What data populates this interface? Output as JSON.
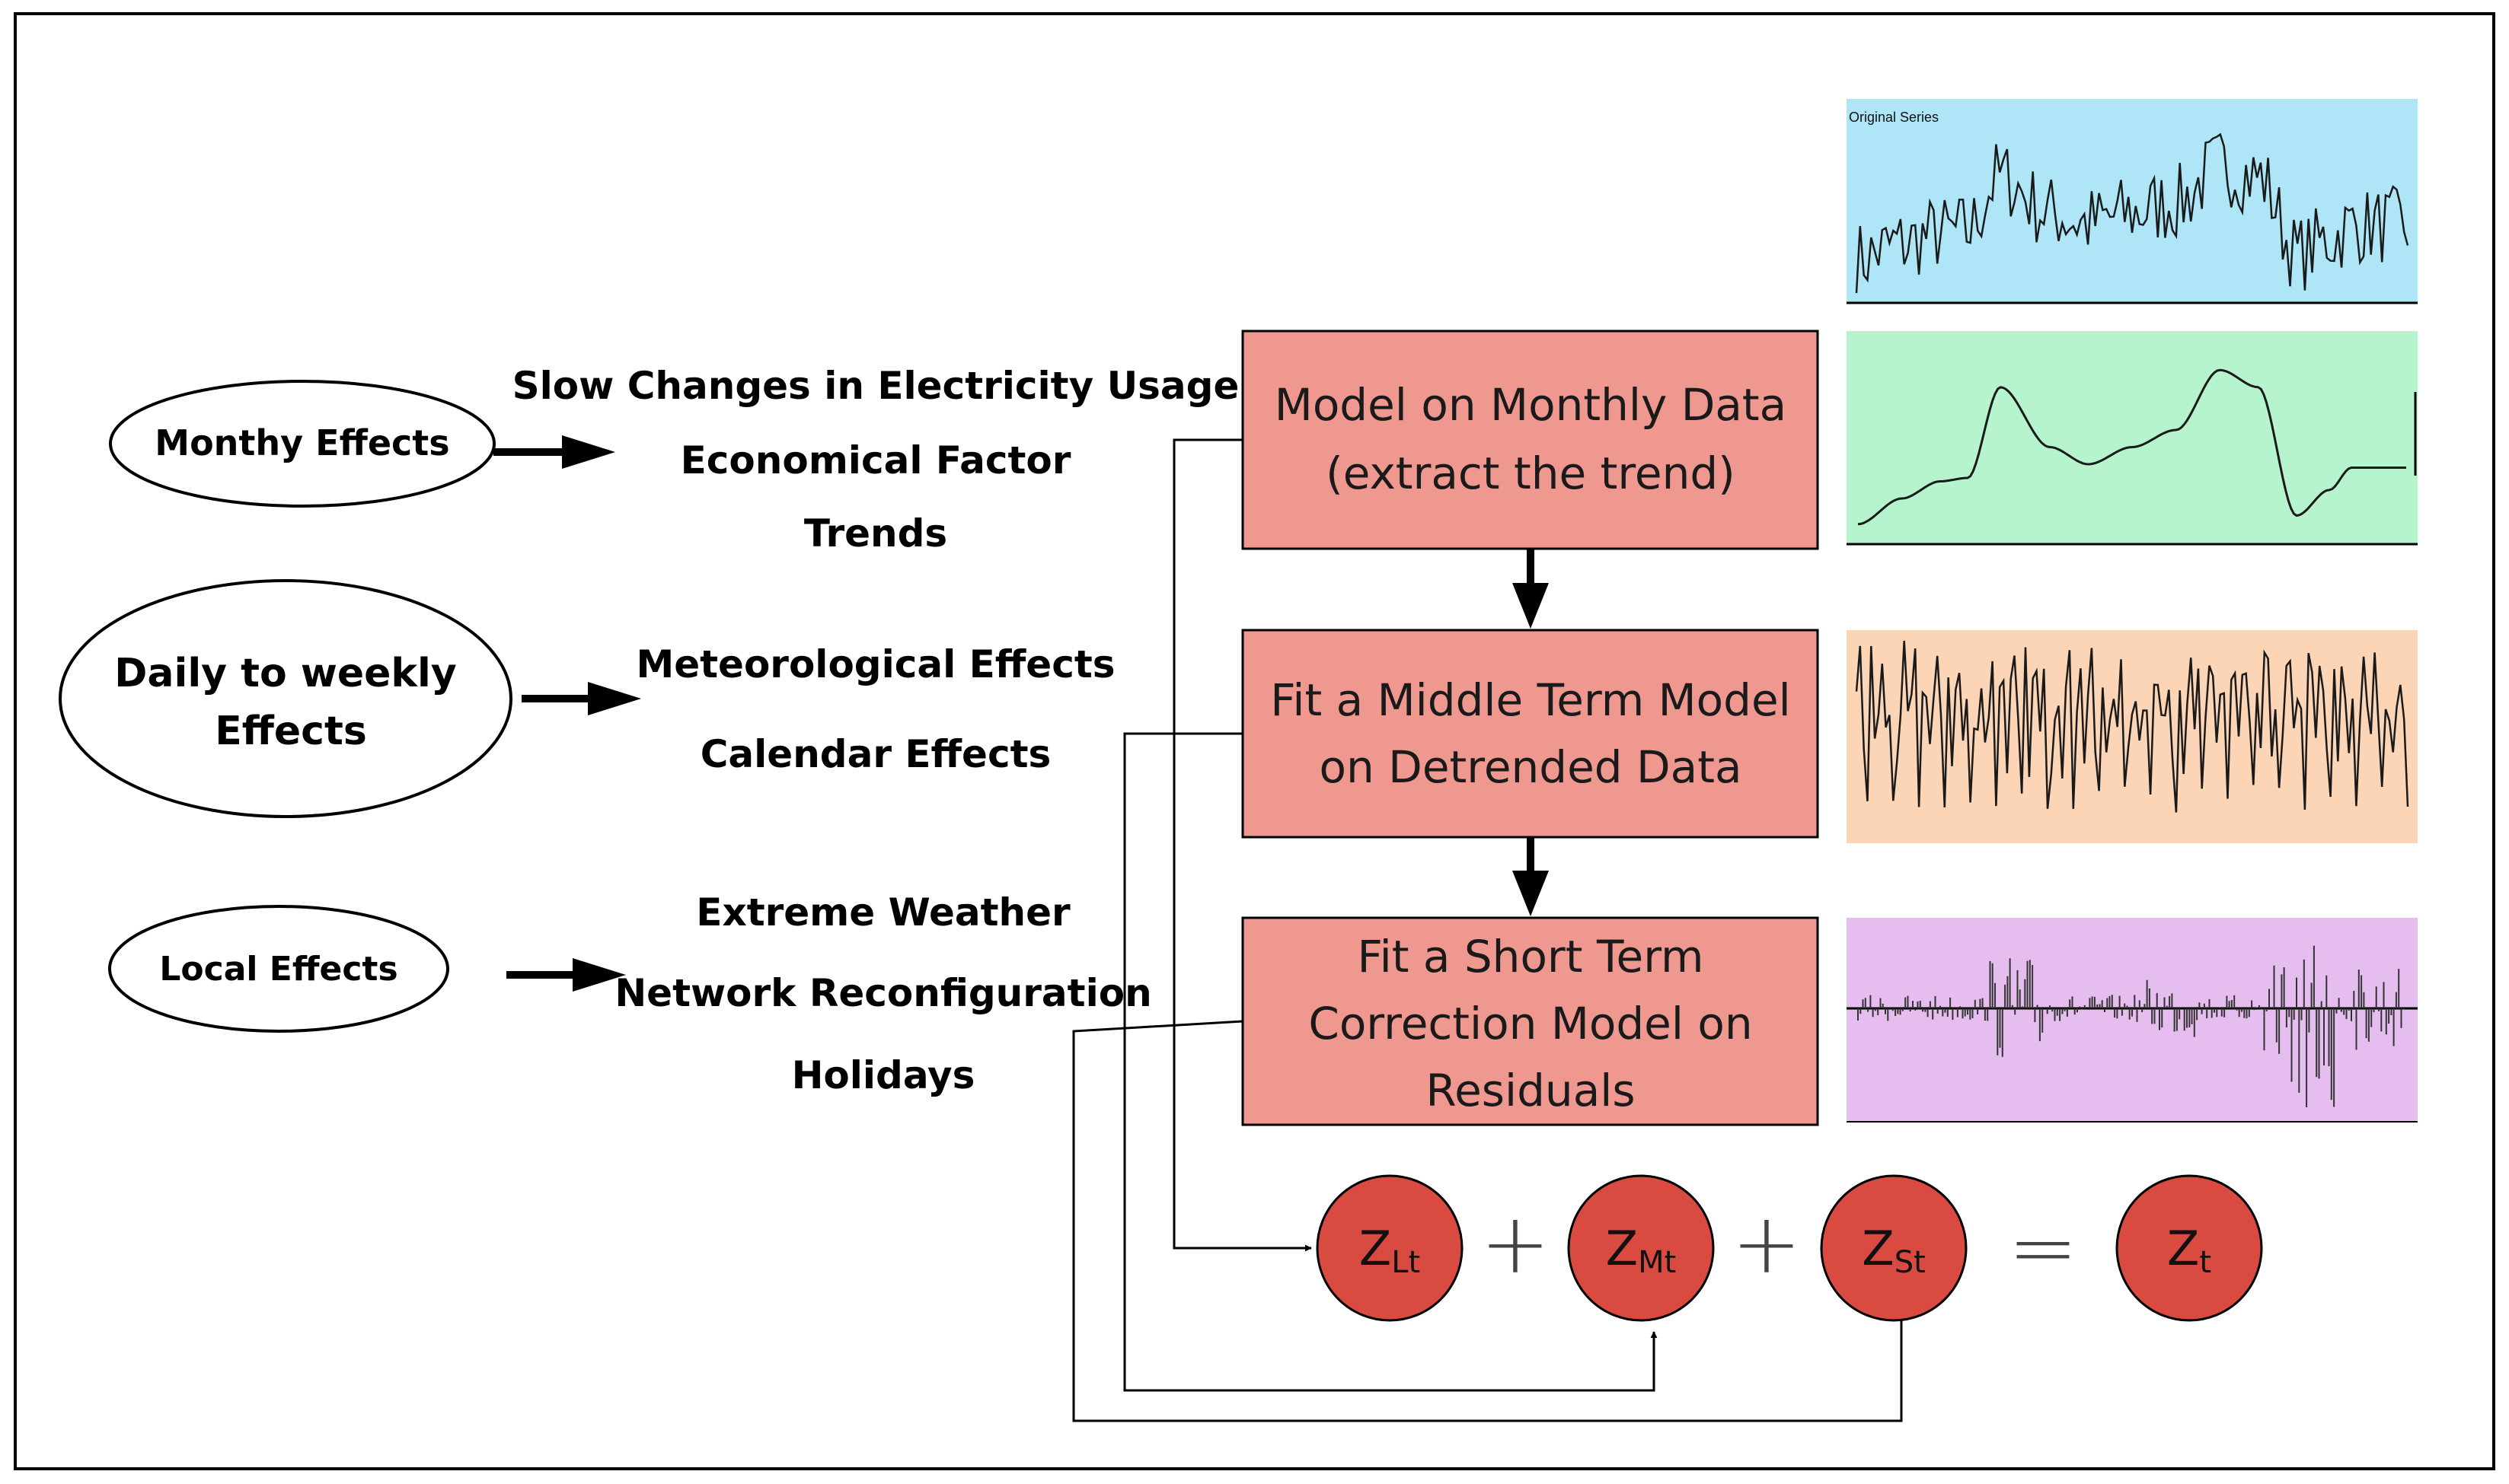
{
  "effects": [
    {
      "id": "monthly",
      "label_lines": [
        "Monthy Effects"
      ],
      "factors": [
        "Slow Changes in Electricity Usage",
        "Economical Factor",
        "Trends"
      ]
    },
    {
      "id": "daily",
      "label_lines": [
        "Daily to weekly",
        "Effects"
      ],
      "factors": [
        "Meteorological Effects",
        "Calendar Effects"
      ]
    },
    {
      "id": "local",
      "label_lines": [
        "Local Effects"
      ],
      "factors": [
        "Extreme Weather",
        "Network Reconfiguration",
        "Holidays"
      ]
    }
  ],
  "model_boxes": [
    {
      "id": "trend",
      "lines": [
        "Model on Monthly Data",
        "(extract the trend)"
      ]
    },
    {
      "id": "middle",
      "lines": [
        "Fit a Middle Term Model",
        "on Detrended Data"
      ]
    },
    {
      "id": "short",
      "lines": [
        "Fit a Short Term",
        "Correction Model on",
        "Residuals"
      ]
    }
  ],
  "equation": {
    "terms": [
      {
        "id": "zlt",
        "main": "Z",
        "sub": "Lt"
      },
      {
        "id": "zmt",
        "main": "Z",
        "sub": "Mt"
      },
      {
        "id": "zst",
        "main": "Z",
        "sub": "St"
      },
      {
        "id": "zt",
        "main": "Z",
        "sub": "t"
      }
    ],
    "operators": [
      "+",
      "+",
      "="
    ]
  },
  "panels": [
    {
      "id": "original",
      "title": "Original Series",
      "type": "line",
      "color": "#aee6f7"
    },
    {
      "id": "trend",
      "title": "",
      "type": "line",
      "color": "#b5f4cc"
    },
    {
      "id": "middle",
      "title": "",
      "type": "line",
      "color": "#fbd5b5"
    },
    {
      "id": "residuals",
      "title": "",
      "type": "bar",
      "color": "#e5bdee"
    }
  ],
  "colors": {
    "box_fill": "#ee9890",
    "node_fill": "#d94a41",
    "border": "#000000"
  }
}
